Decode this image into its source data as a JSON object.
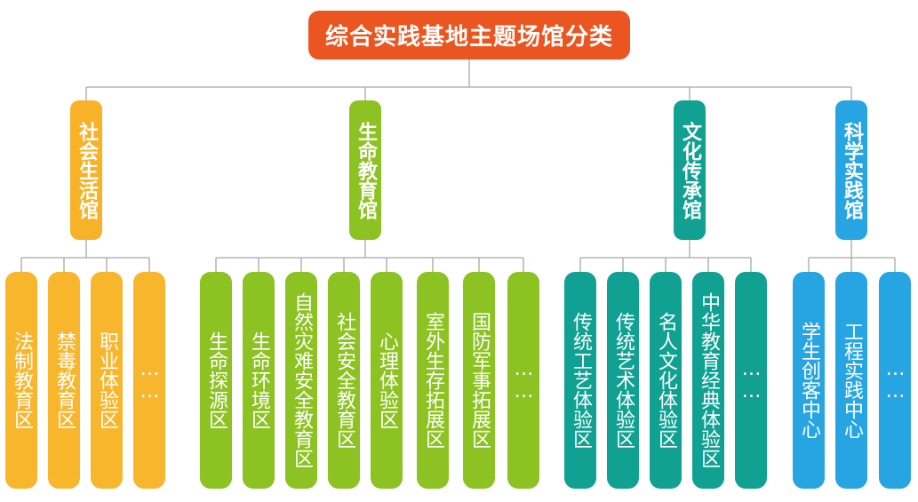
{
  "root": {
    "label": "综合实践基地主题场馆分类"
  },
  "colors": {
    "root": "#eb5520",
    "orange": "#f7b228",
    "green": "#8cc221",
    "teal": "#10a193",
    "blue": "#27a5e3",
    "line": "#a8a8a8"
  },
  "categories": [
    {
      "label": "社会生活馆",
      "items": [
        "法制教育区",
        "禁毒教育区",
        "职业体验区",
        "……"
      ]
    },
    {
      "label": "生命教育馆",
      "items": [
        "生命探源区",
        "生命环境区",
        "自然灾难安全教育区",
        "社会安全教育区",
        "心理体验区",
        "室外生存拓展区",
        "国防军事拓展区",
        "……"
      ]
    },
    {
      "label": "文化传承馆",
      "items": [
        "传统工艺体验区",
        "传统艺术体验区",
        "名人文化体验区",
        "中华教育经典体验区",
        "……"
      ]
    },
    {
      "label": "科学实践馆",
      "items": [
        "学生创客中心",
        "工程实践中心",
        "……"
      ]
    }
  ]
}
